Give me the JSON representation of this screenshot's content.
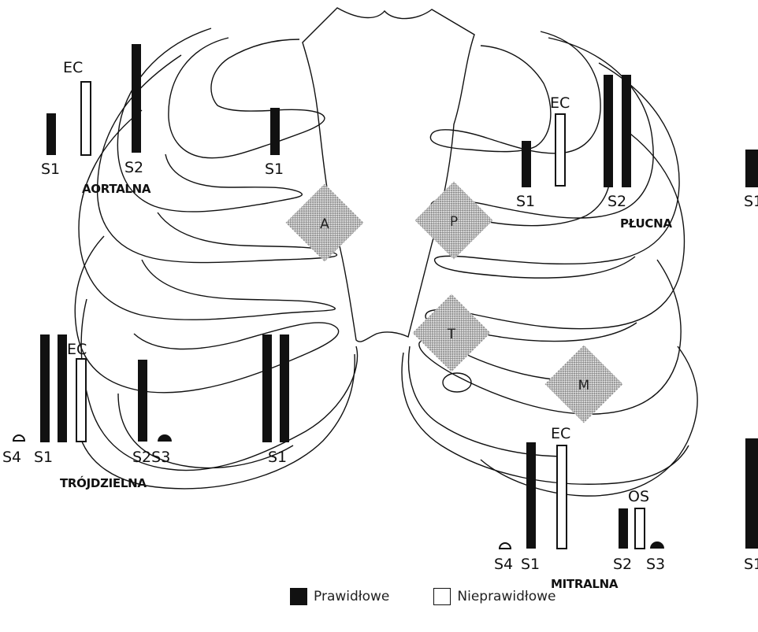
{
  "areas": {
    "aortic": {
      "name": "AORTALNA",
      "zone": "A"
    },
    "pulmonic": {
      "name": "PŁUCNA",
      "zone": "P"
    },
    "tricuspid": {
      "name": "TRÓJDZIELNA",
      "zone": "T"
    },
    "mitral": {
      "name": "MITRALNA",
      "zone": "M"
    }
  },
  "sound_labels": {
    "s1": "S1",
    "s2": "S2",
    "s3": "S3",
    "s4": "S4",
    "ec": "EC",
    "os": "OS",
    "s2s3": "S2S3"
  },
  "legend": {
    "normal": "Prawidłowe",
    "abnormal": "Nieprawidłowe"
  },
  "colors": {
    "ink": "#111111",
    "zone_fill": "#9a9a9a"
  }
}
